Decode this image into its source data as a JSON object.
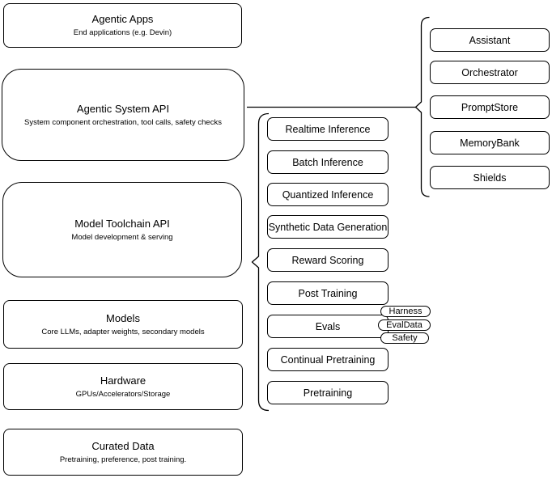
{
  "colors": {
    "background": "#ffffff",
    "node_fill": "#ffffff",
    "stroke": "#000000",
    "text": "#000000"
  },
  "left_column": {
    "boxes": [
      {
        "title": "Agentic Apps",
        "subtitle": "End applications (e.g. Devin)"
      },
      {
        "title": "Agentic System API",
        "subtitle": "System component orchestration, tool calls, safety checks"
      },
      {
        "title": "Model Toolchain API",
        "subtitle": "Model development & serving"
      },
      {
        "title": "Models",
        "subtitle": "Core LLMs, adapter weights, secondary models"
      },
      {
        "title": "Hardware",
        "subtitle": "GPUs/Accelerators/Storage"
      },
      {
        "title": "Curated Data",
        "subtitle": "Pretraining, preference, post training."
      }
    ]
  },
  "toolchain_column": {
    "items": [
      "Realtime Inference",
      "Batch Inference",
      "Quantized Inference",
      "Synthetic Data Generation",
      "Reward Scoring",
      "Post Training",
      "Evals",
      "Continual Pretraining",
      "Pretraining"
    ],
    "evals_tags": [
      "Harness",
      "EvalData",
      "Safety"
    ]
  },
  "system_column": {
    "items": [
      "Assistant",
      "Orchestrator",
      "PromptStore",
      "MemoryBank",
      "Shields"
    ]
  }
}
